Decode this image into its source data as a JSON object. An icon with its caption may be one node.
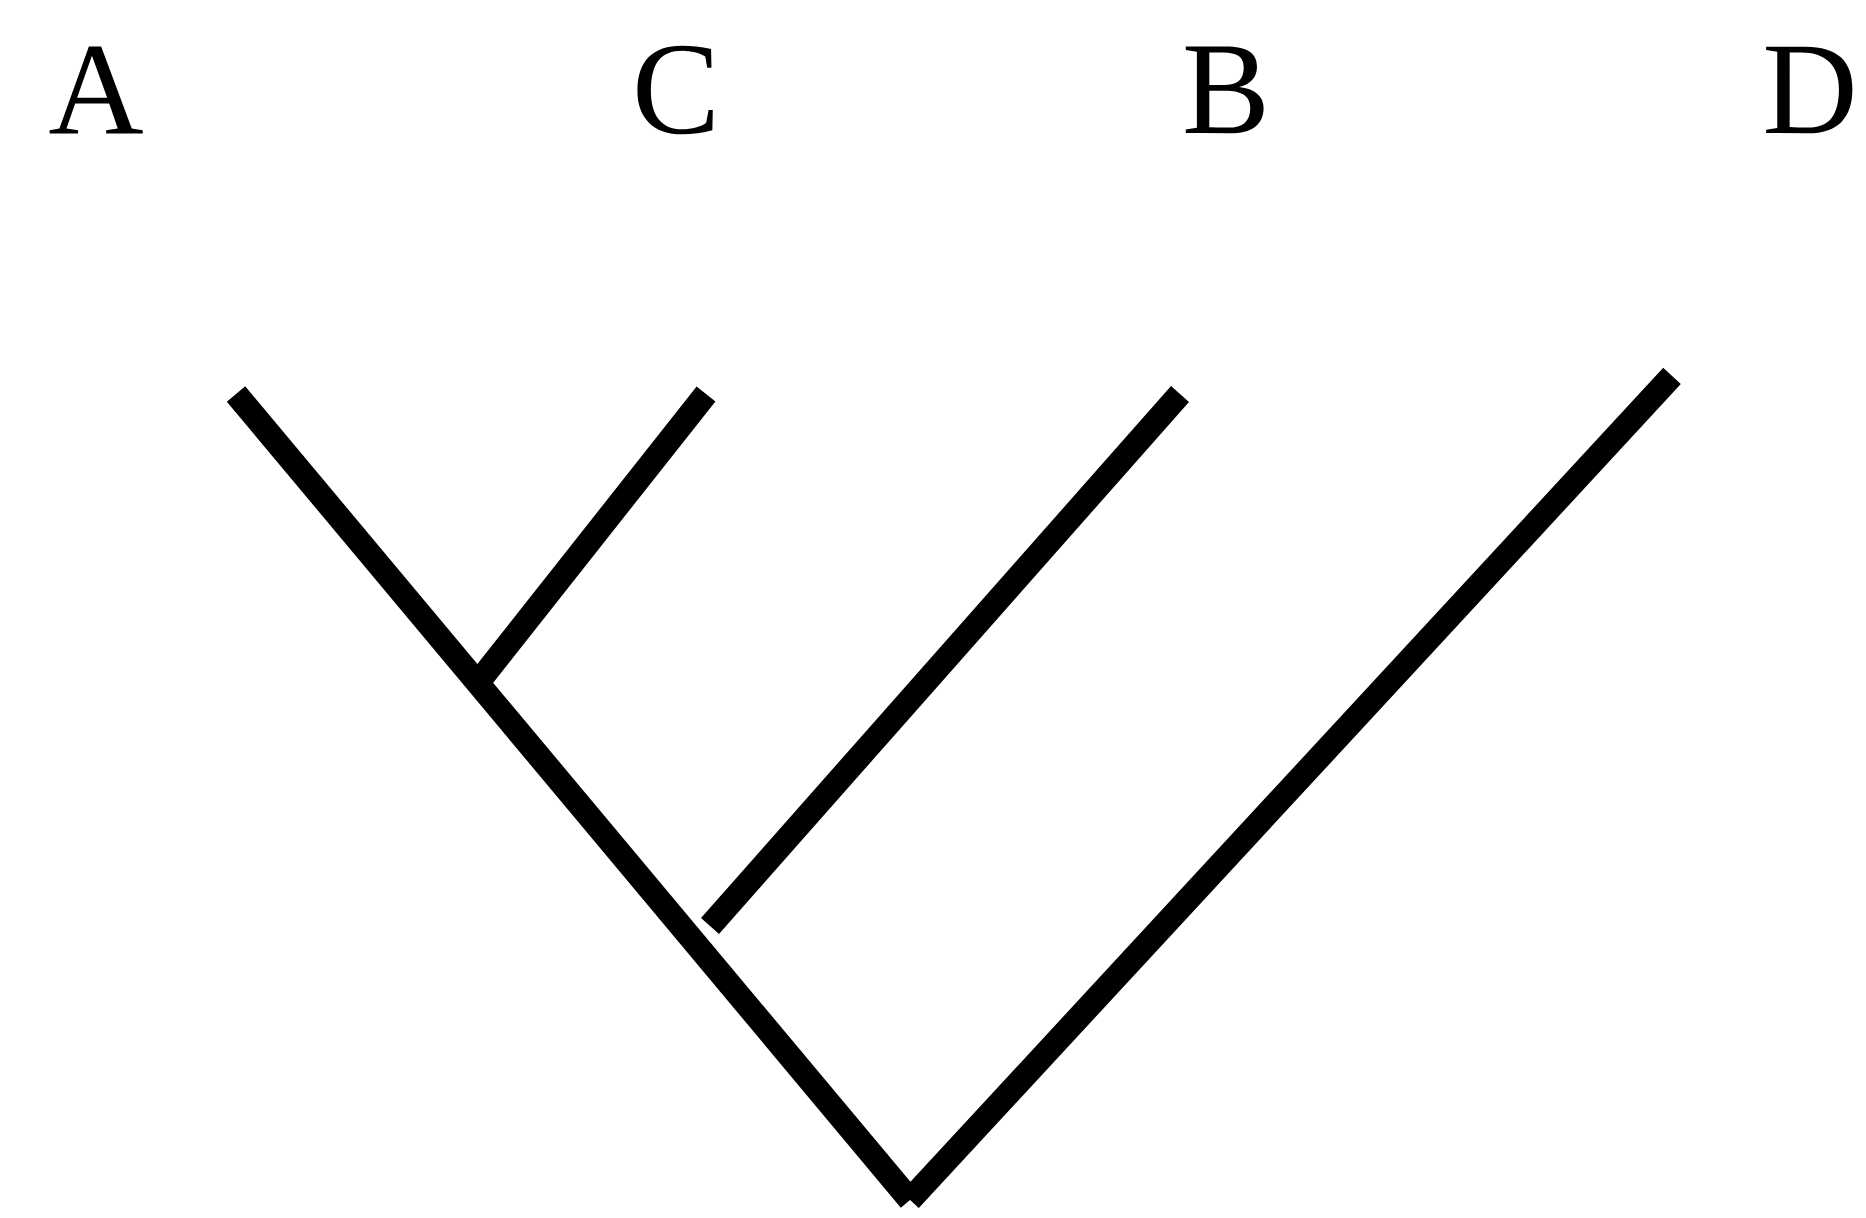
{
  "diagram": {
    "labels": [
      "A",
      "C",
      "B",
      "D"
    ]
  }
}
